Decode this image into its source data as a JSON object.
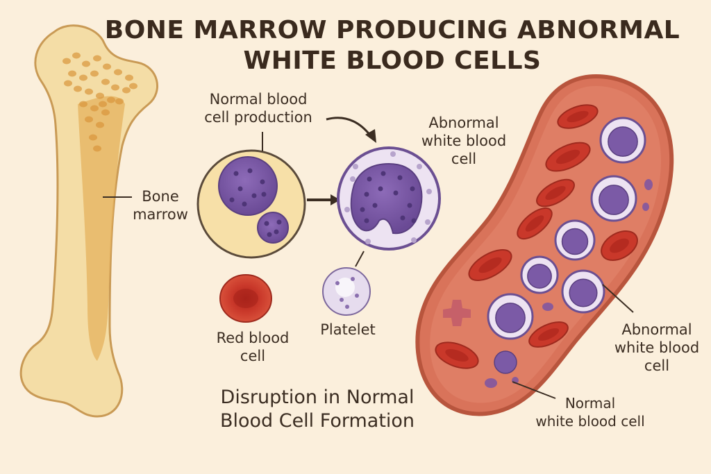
{
  "title": {
    "line1": "BONE MARROW PRODUCING ABNORMAL",
    "line2": "WHITE BLOOD CELLS"
  },
  "labels": {
    "normal_production": [
      "Normal blood",
      "cell production"
    ],
    "bone_marrow": [
      "Bone",
      "marrow"
    ],
    "abnormal_wbc_top": [
      "Abnormal",
      "white blood",
      "cell"
    ],
    "red_blood_cell": [
      "Red blood",
      "cell"
    ],
    "platelet": "Platelet",
    "abnormal_wbc_right": [
      "Abnormal",
      "white blood",
      "cell"
    ],
    "normal_wbc": [
      "Normal",
      "white blood cell"
    ]
  },
  "subtitle": [
    "Disruption in Normal",
    "Blood Cell Formation"
  ],
  "colors": {
    "background": "#fbefdc",
    "bone": "#f3dba2",
    "marrow": "#e0a94a",
    "vessel": "#d9735a",
    "red_cell": "#c9382a",
    "wbc_nucleus": "#7b5aa6",
    "platelet": "#d9cdea"
  }
}
